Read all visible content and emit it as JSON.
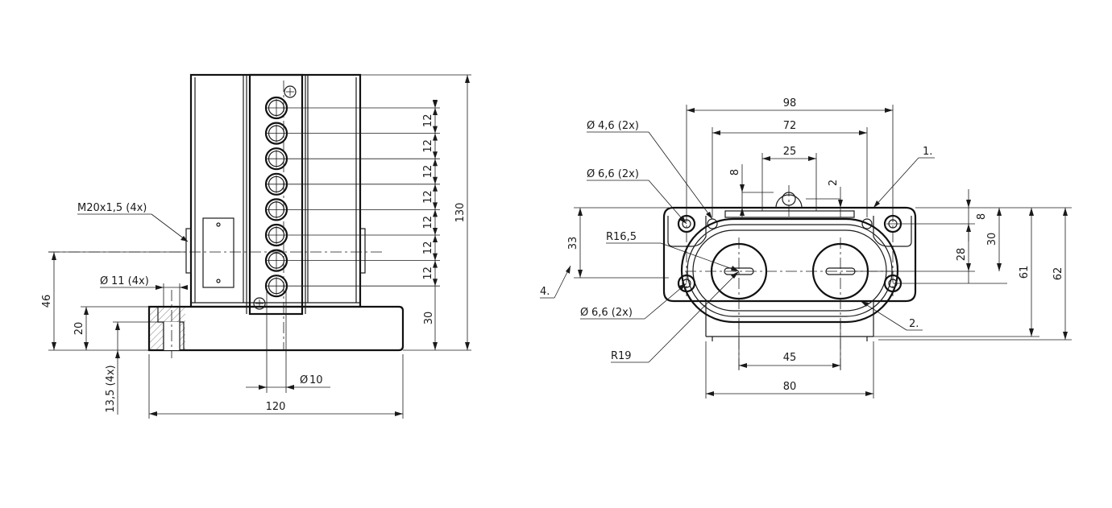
{
  "dimensions": {
    "height_total": "130",
    "hole_pitch": "12",
    "bottom_offset": "30",
    "base_width": "120",
    "hole_dia": "10",
    "thread": "M20x1,5 (4x)",
    "mount_hole_dia": "11 (4x)",
    "cbore_depth": "13,5 (4x)",
    "height_46": "46",
    "height_20": "20",
    "w98": "98",
    "w72": "72",
    "w25": "25",
    "v8": "8",
    "v2": "2",
    "hole46": "4,6 (2x)",
    "hole66a": "6,6 (2x)",
    "hole66b": "6,6 (2x)",
    "r165": "R16,5",
    "r19": "R19",
    "v33": "33",
    "v8r": "8",
    "v28": "28",
    "v30": "30",
    "v61": "61",
    "v62": "62",
    "w45": "45",
    "w80": "80"
  },
  "callouts": {
    "c1": "1.",
    "c2": "2.",
    "c4": "4."
  },
  "symbols": {
    "diameter": "Ø"
  }
}
